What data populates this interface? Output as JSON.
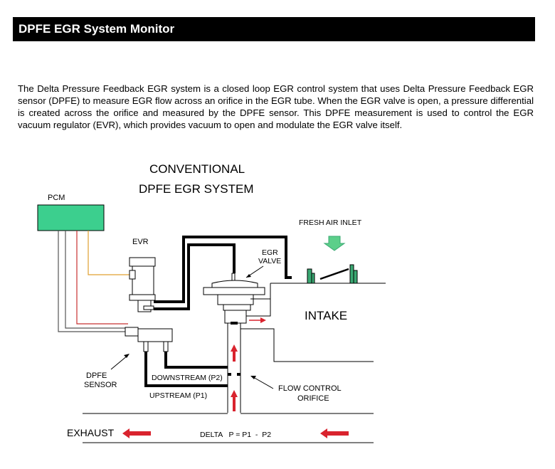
{
  "header": {
    "title": "DPFE EGR System Monitor"
  },
  "intro": "The Delta Pressure Feedback EGR system is a closed loop EGR control system that uses Delta Pressure Feedback EGR sensor (DPFE) to measure EGR flow across an orifice in the EGR tube. When the EGR valve is open, a pressure differential is created across the orifice and measured by the DPFE sensor. This DPFE measurement is used to control the EGR vacuum regulator (EVR), which provides vacuum to open and modulate the EGR valve itself.",
  "diagram": {
    "title_line1": "CONVENTIONAL",
    "title_line2": "DPFE EGR SYSTEM",
    "pcm": "PCM",
    "evr": "EVR",
    "egr_line1": "EGR",
    "egr_line2": "VALVE",
    "fresh_air": "FRESH AIR INLET",
    "intake": "INTAKE",
    "downstream": "DOWNSTREAM (P2)",
    "upstream": "UPSTREAM (P1)",
    "dpfe_line1": "DPFE",
    "dpfe_line2": "SENSOR",
    "orifice_line1": "FLOW CONTROL",
    "orifice_line2": "ORIFICE",
    "exhaust": "EXHAUST",
    "delta": "DELTA   P = P1  -  P2"
  },
  "colors": {
    "pcm_fill": "#3ccf8e",
    "throttle_green": "#3aa872",
    "arrow_red": "#d9232e",
    "wire_orange": "#e0a030",
    "wire_red": "#c83030",
    "inlet_arrow": "#5ccf8a"
  }
}
